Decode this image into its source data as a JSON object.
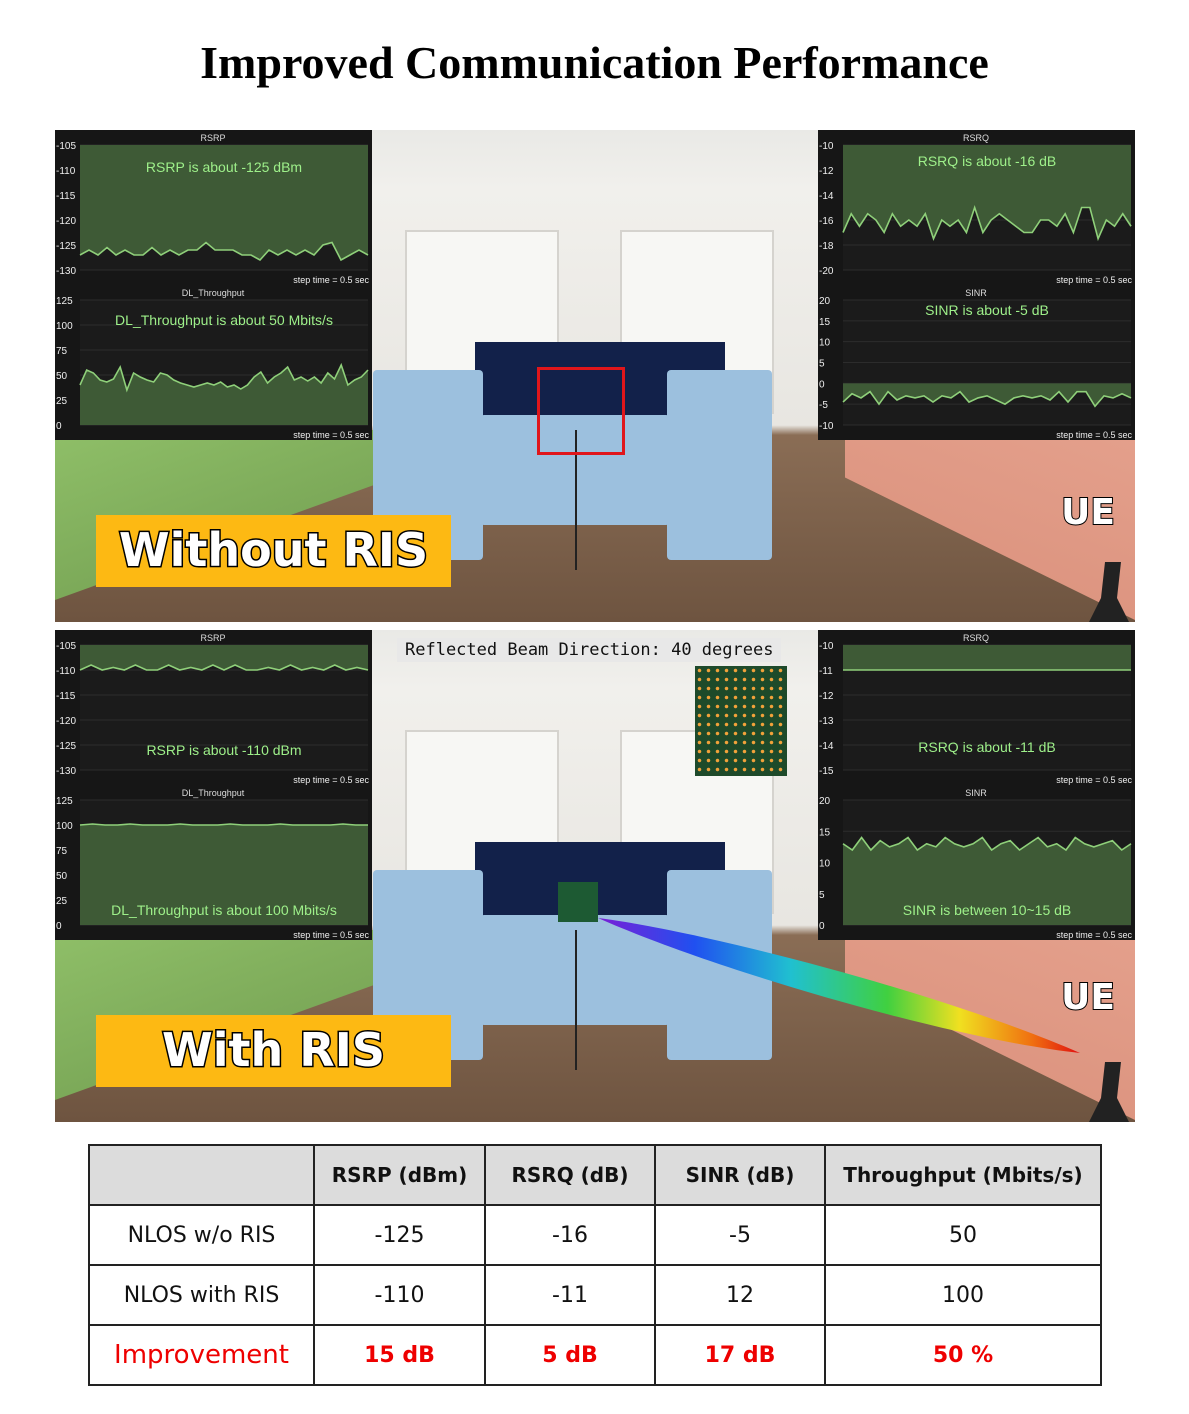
{
  "title": "Improved Communication Performance",
  "top_photo": {
    "label": "Without RIS",
    "ue_label": "UE"
  },
  "bottom_photo": {
    "label": "With RIS",
    "ue_label": "UE",
    "beam_direction": "Reflected Beam Direction:  40 degrees"
  },
  "chart_data": [
    {
      "type": "line",
      "title": "RSRP",
      "annotation": "RSRP is about -125 dBm",
      "footer": "step time = 0.5 sec",
      "yticks": [
        -105,
        -110,
        -115,
        -120,
        -125,
        -130
      ],
      "ylim": [
        -130,
        -105
      ],
      "baseline": -105,
      "values": [
        -127,
        -126,
        -127,
        -125.5,
        -127,
        -126,
        -127,
        -127,
        -125.5,
        -127,
        -126,
        -127,
        -126,
        -126,
        -124.5,
        -126,
        -126,
        -126,
        -127,
        -127,
        -128,
        -126,
        -127,
        -126,
        -127,
        -126,
        -127,
        -125,
        -124.5,
        -128,
        -127,
        -126,
        -127
      ]
    },
    {
      "type": "line",
      "title": "DL_Throughput",
      "annotation": "DL_Throughput is about 50 Mbits/s",
      "footer": "step time = 0.5 sec",
      "yticks": [
        125,
        100,
        75,
        50,
        25,
        0
      ],
      "ylim": [
        0,
        125
      ],
      "baseline": 0,
      "values": [
        40,
        55,
        52,
        45,
        43,
        46,
        58,
        35,
        52,
        48,
        45,
        43,
        52,
        50,
        45,
        42,
        40,
        38,
        40,
        42,
        40,
        43,
        38,
        40,
        36,
        40,
        48,
        53,
        42,
        48,
        52,
        58,
        45,
        48,
        44,
        48,
        42,
        52,
        46,
        60,
        40,
        45,
        48,
        55
      ]
    },
    {
      "type": "line",
      "title": "RSRQ",
      "annotation": "RSRQ is about -16 dB",
      "footer": "step time = 0.5 sec",
      "yticks": [
        -10,
        -12,
        -14,
        -16,
        -18,
        -20
      ],
      "ylim": [
        -20,
        -10
      ],
      "baseline": -10,
      "values": [
        -17,
        -15.5,
        -16.5,
        -15.5,
        -16,
        -17,
        -15.5,
        -16.5,
        -16,
        -16.5,
        -15.5,
        -17.5,
        -16,
        -16.5,
        -16,
        -17,
        -15,
        -17,
        -16,
        -15.5,
        -16,
        -16.5,
        -17,
        -17,
        -16,
        -16,
        -16.5,
        -15.5,
        -17,
        -15,
        -15,
        -17.5,
        -16,
        -16.5,
        -15.5,
        -16.5
      ]
    },
    {
      "type": "line",
      "title": "SINR",
      "annotation": "SINR is about -5 dB",
      "footer": "step time = 0.5 sec",
      "yticks": [
        20,
        15,
        10,
        5,
        0,
        -5,
        -10
      ],
      "ylim": [
        -10,
        20
      ],
      "baseline": 0,
      "values": [
        -4.5,
        -2.5,
        -3.5,
        -2,
        -5,
        -2,
        -4,
        -3,
        -3.5,
        -3,
        -4.5,
        -3,
        -3.5,
        -2,
        -4.5,
        -3.5,
        -3,
        -4,
        -5,
        -3.5,
        -3,
        -3.5,
        -3,
        -4,
        -2,
        -4.5,
        -2,
        -2,
        -5.5,
        -3,
        -3.5,
        -2.5,
        -3.5
      ]
    },
    {
      "type": "line",
      "title": "RSRP",
      "annotation": "RSRP is about -110 dBm",
      "footer": "step time = 0.5 sec",
      "yticks": [
        -105,
        -110,
        -115,
        -120,
        -125,
        -130
      ],
      "ylim": [
        -130,
        -105
      ],
      "baseline": -105,
      "values": [
        -110,
        -109,
        -110,
        -109.5,
        -110,
        -109,
        -110,
        -110,
        -109,
        -110,
        -109.5,
        -110,
        -109,
        -110,
        -109,
        -110,
        -110,
        -109.5,
        -110,
        -109,
        -110,
        -109.5,
        -110,
        -109,
        -110,
        -109.5,
        -110
      ]
    },
    {
      "type": "line",
      "title": "DL_Throughput",
      "annotation": "DL_Throughput is about 100 Mbits/s",
      "footer": "step time = 0.5 sec",
      "yticks": [
        125,
        100,
        75,
        50,
        25,
        0
      ],
      "ylim": [
        0,
        125
      ],
      "baseline": 0,
      "values": [
        100,
        101,
        100,
        100,
        101,
        100,
        100,
        100,
        101,
        100,
        100,
        100,
        101,
        100,
        100,
        100,
        101,
        100,
        100,
        100,
        100,
        101,
        100,
        100
      ]
    },
    {
      "type": "line",
      "title": "RSRQ",
      "annotation": "RSRQ is about -11 dB",
      "footer": "step time = 0.5 sec",
      "yticks": [
        -10,
        -11,
        -12,
        -13,
        -14,
        -15
      ],
      "ylim": [
        -15,
        -10
      ],
      "baseline": -10,
      "values": [
        -11,
        -11,
        -11,
        -11,
        -11,
        -11,
        -11,
        -11,
        -11,
        -11,
        -11,
        -11,
        -11,
        -11,
        -11,
        -11,
        -11,
        -11,
        -11,
        -11
      ]
    },
    {
      "type": "line",
      "title": "SINR",
      "annotation": "SINR is between 10~15 dB",
      "footer": "step time = 0.5 sec",
      "yticks": [
        20,
        15,
        10,
        5,
        0
      ],
      "ylim": [
        0,
        20
      ],
      "baseline": 0,
      "values": [
        13,
        12,
        14,
        12,
        13.5,
        12.5,
        13,
        14,
        12,
        13,
        12.5,
        14,
        13,
        12.5,
        13,
        14,
        12,
        13,
        13.5,
        12,
        13,
        14,
        12.5,
        13,
        12,
        14,
        13,
        12.5,
        13,
        13.5,
        12,
        13
      ]
    }
  ],
  "table": {
    "headers": [
      "",
      "RSRP (dBm)",
      "RSRQ (dB)",
      "SINR (dB)",
      "Throughput (Mbits/s)"
    ],
    "rows": [
      [
        "NLOS w/o RIS",
        "-125",
        "-16",
        "-5",
        "50"
      ],
      [
        "NLOS with RIS",
        "-110",
        "-11",
        "12",
        "100"
      ],
      [
        "Improvement",
        "15 dB",
        "5 dB",
        "17 dB",
        "50 %"
      ]
    ]
  }
}
